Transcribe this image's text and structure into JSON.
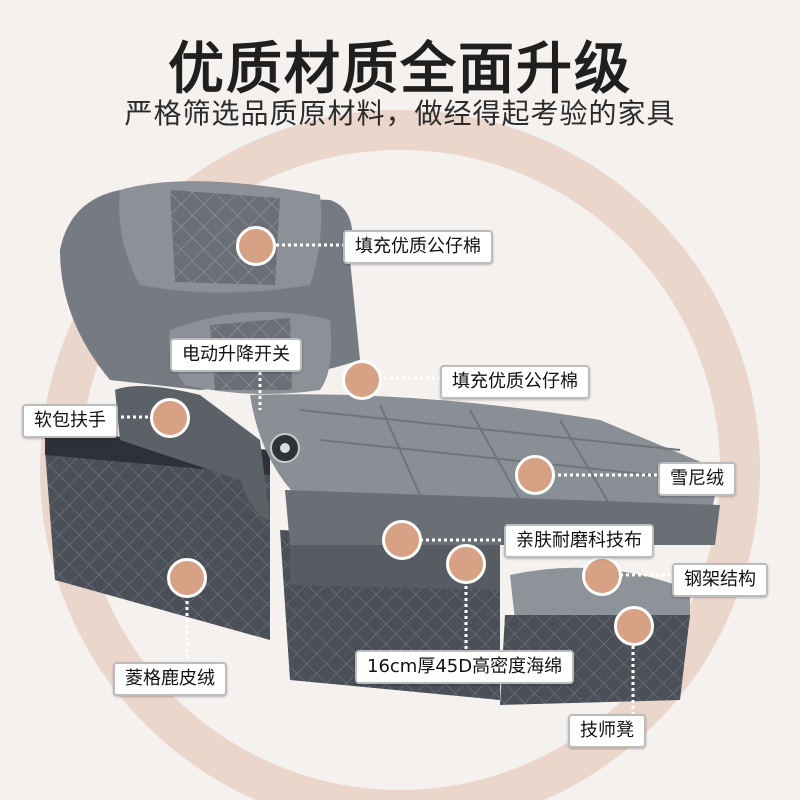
{
  "headline": "优质材质全面升级",
  "subheadline": "严格筛选品质原材料，做经得起考验的家具",
  "colors": {
    "accent_dot": "#d6a184",
    "sofa_dark": "#4a4f58",
    "sofa_gray": "#8a8f96",
    "background_ring": "#e9d3c6"
  },
  "callouts": {
    "pillow_fill": "填充优质公仔棉",
    "lift_switch": "电动升降开关",
    "seat_fill": "填充优质公仔棉",
    "armrest": "软包扶手",
    "fabric_velvet": "雪尼绒",
    "wear_fabric": "亲肤耐磨科技布",
    "steel_frame": "钢架结构",
    "diamond_suede": "菱格鹿皮绒",
    "sponge": "16cm厚45D高密度海绵",
    "stool": "技师凳"
  }
}
